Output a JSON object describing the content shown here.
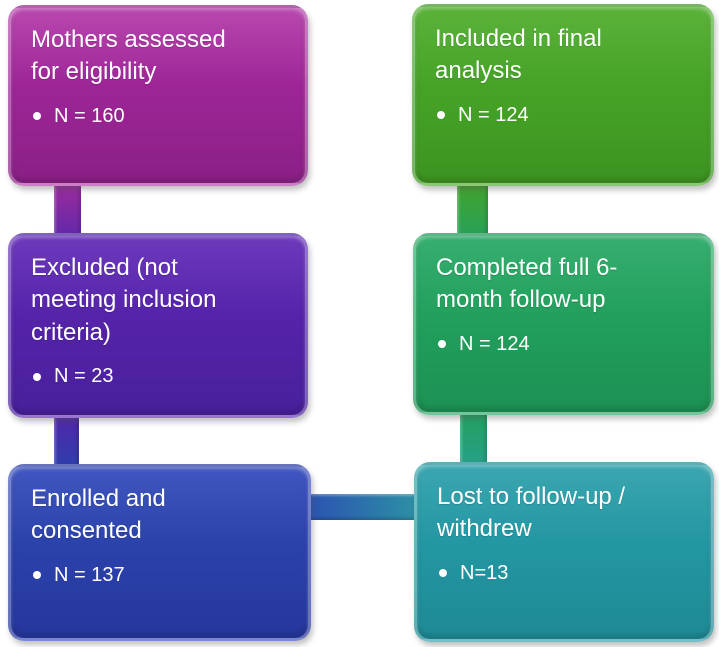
{
  "diagram": {
    "type": "flowchart",
    "background_color": "#ffffff",
    "text_color": "#ffffff",
    "boxes": [
      {
        "id": "mothers-assessed",
        "title": "Mothers assessed\nfor eligibility",
        "bullet": "N = 160",
        "color": "#9d2597",
        "column": "left",
        "row": 1
      },
      {
        "id": "excluded",
        "title": "Excluded (not\nmeeting inclusion\ncriteria)",
        "bullet": "N = 23",
        "color": "#5523a9",
        "column": "left",
        "row": 2
      },
      {
        "id": "enrolled",
        "title": "Enrolled and\nconsented",
        "bullet": "N = 137",
        "color": "#2b42ab",
        "column": "left",
        "row": 3
      },
      {
        "id": "included-final-analysis",
        "title": "Included in final\nanalysis",
        "bullet": "N = 124",
        "color": "#46a327",
        "column": "right",
        "row": 1
      },
      {
        "id": "completed-followup",
        "title": "Completed full 6-\nmonth follow-up",
        "bullet": "N = 124",
        "color": "#22a05c",
        "column": "right",
        "row": 2
      },
      {
        "id": "lost-to-followup",
        "title": "Lost to follow-up /\nwithdrew",
        "bullet": "N=13",
        "color": "#2397a2",
        "column": "right",
        "row": 3
      }
    ],
    "connectors": [
      {
        "from": "mothers-assessed",
        "to": "excluded",
        "orientation": "vertical",
        "colors": [
          "#a12b9b",
          "#5d28aa"
        ]
      },
      {
        "from": "excluded",
        "to": "enrolled",
        "orientation": "vertical",
        "colors": [
          "#5523a9",
          "#2b42ab"
        ]
      },
      {
        "from": "included-final-analysis",
        "to": "completed-followup",
        "orientation": "vertical",
        "colors": [
          "#46a327",
          "#25a15d"
        ]
      },
      {
        "from": "completed-followup",
        "to": "lost-to-followup",
        "orientation": "vertical",
        "colors": [
          "#22a05c",
          "#27a08c"
        ]
      },
      {
        "from": "enrolled",
        "to": "lost-to-followup",
        "orientation": "horizontal",
        "colors": [
          "#2b4eb3",
          "#2d93a4"
        ]
      }
    ]
  }
}
